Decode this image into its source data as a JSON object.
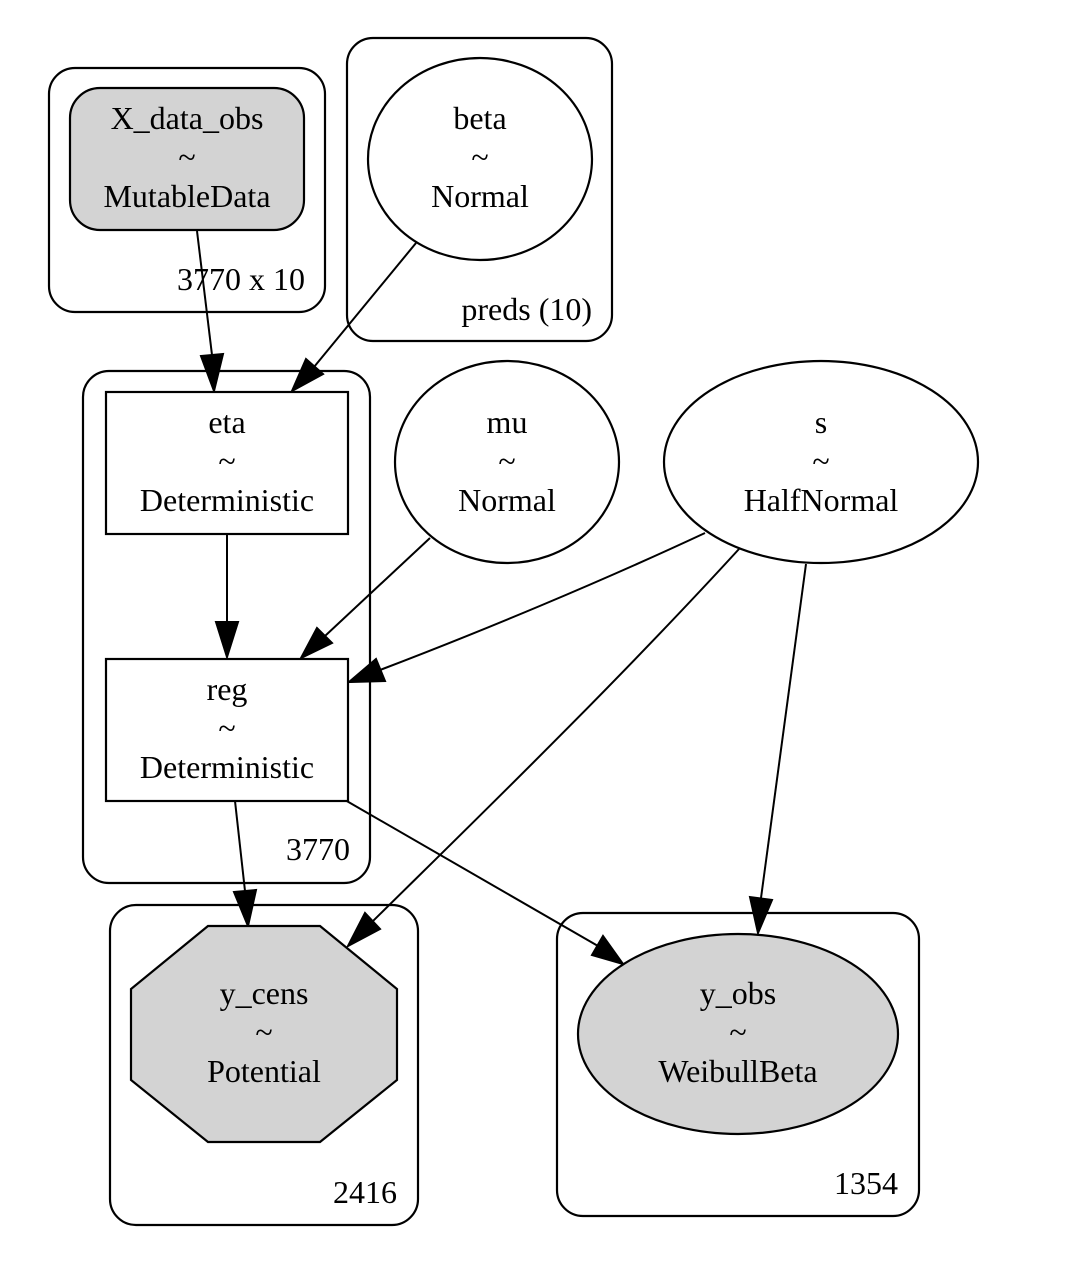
{
  "title": "PyMC model graph",
  "colors": {
    "observed_fill": "#d3d3d3",
    "free_fill": "#ffffff",
    "stroke": "#000000"
  },
  "plates": [
    {
      "id": "plate_x",
      "label": "3770 x 10"
    },
    {
      "id": "plate_preds",
      "label": "preds (10)"
    },
    {
      "id": "plate_3770",
      "label": "3770"
    },
    {
      "id": "plate_2416",
      "label": "2416"
    },
    {
      "id": "plate_1354",
      "label": "1354"
    }
  ],
  "nodes": [
    {
      "id": "X_data_obs",
      "name": "X_data_obs",
      "sep": "~",
      "dist": "MutableData",
      "shape": "rounded-box",
      "observed": true
    },
    {
      "id": "beta",
      "name": "beta",
      "sep": "~",
      "dist": "Normal",
      "shape": "ellipse",
      "observed": false
    },
    {
      "id": "eta",
      "name": "eta",
      "sep": "~",
      "dist": "Deterministic",
      "shape": "box",
      "observed": false
    },
    {
      "id": "mu",
      "name": "mu",
      "sep": "~",
      "dist": "Normal",
      "shape": "ellipse",
      "observed": false
    },
    {
      "id": "s",
      "name": "s",
      "sep": "~",
      "dist": "HalfNormal",
      "shape": "ellipse",
      "observed": false
    },
    {
      "id": "reg",
      "name": "reg",
      "sep": "~",
      "dist": "Deterministic",
      "shape": "box",
      "observed": false
    },
    {
      "id": "y_cens",
      "name": "y_cens",
      "sep": "~",
      "dist": "Potential",
      "shape": "octagon",
      "observed": true
    },
    {
      "id": "y_obs",
      "name": "y_obs",
      "sep": "~",
      "dist": "WeibullBeta",
      "shape": "ellipse",
      "observed": true
    }
  ],
  "edges": [
    {
      "from": "X_data_obs",
      "to": "eta"
    },
    {
      "from": "beta",
      "to": "eta"
    },
    {
      "from": "eta",
      "to": "reg"
    },
    {
      "from": "mu",
      "to": "reg"
    },
    {
      "from": "s",
      "to": "reg"
    },
    {
      "from": "s",
      "to": "y_cens"
    },
    {
      "from": "s",
      "to": "y_obs"
    },
    {
      "from": "reg",
      "to": "y_cens"
    },
    {
      "from": "reg",
      "to": "y_obs"
    }
  ]
}
